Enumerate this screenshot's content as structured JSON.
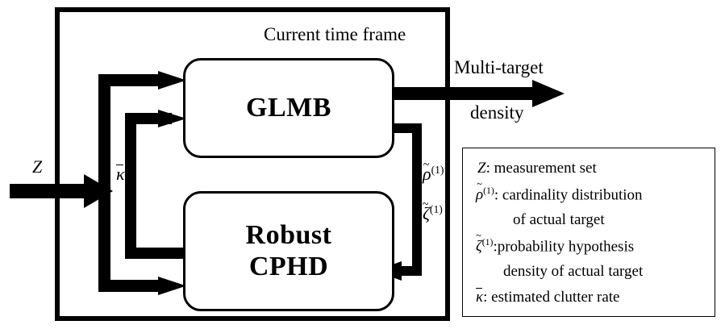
{
  "diagram": {
    "title_note": "Current time frame",
    "outer_label": "Current time frame",
    "blocks": [
      {
        "id": "glmb",
        "label": "GLMB"
      },
      {
        "id": "cphd",
        "label_line1": "Robust",
        "label_line2": "CPHD"
      }
    ],
    "input": {
      "symbol": "Z"
    },
    "output": {
      "line1": "Multi-target",
      "line2": "density"
    },
    "edge_labels": {
      "clutter": "κ̄",
      "clutter_base": "κ",
      "rho": "ρ",
      "rho_sup": "(1)",
      "zeta": "ζ",
      "zeta_sup": "(1)"
    },
    "colors": {
      "stroke": "#000000",
      "background": "#ffffff"
    }
  },
  "legend": {
    "rows": [
      {
        "sym": "Z",
        "sym_kind": "plain",
        "sup": "",
        "text": ": measurement set"
      },
      {
        "sym": "ρ",
        "sym_kind": "tilde",
        "sup": "(1)",
        "text": ": cardinality distribution"
      },
      {
        "sym": "",
        "sym_kind": "none",
        "sup": "",
        "text": "of actual target"
      },
      {
        "sym": "ζ",
        "sym_kind": "tilde",
        "sup": "(1)",
        "text": ":probability hypothesis"
      },
      {
        "sym": "",
        "sym_kind": "none",
        "sup": "",
        "text": "density of actual target"
      },
      {
        "sym": "κ",
        "sym_kind": "bar",
        "sup": "",
        "text": ": estimated clutter rate"
      }
    ]
  }
}
